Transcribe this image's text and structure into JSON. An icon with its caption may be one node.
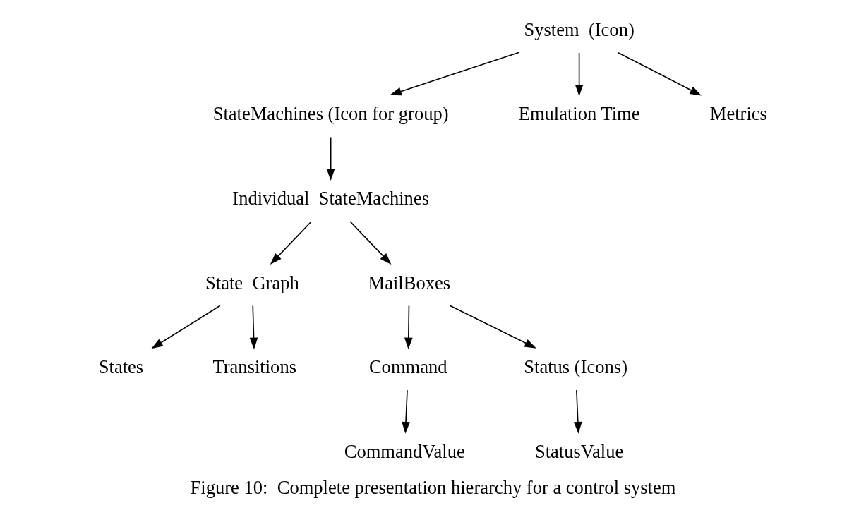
{
  "diagram": {
    "caption": "Figure 10:  Complete presentation hierarchy for a control system",
    "nodes": [
      {
        "text": [
          "System  (Icon)"
        ]
      },
      {
        "text": [
          "StateMachines (Icon for group)"
        ]
      },
      {
        "text": [
          "Emulation Time"
        ]
      },
      {
        "text": [
          "Metrics"
        ]
      },
      {
        "text": [
          "Individual  StateMachines"
        ]
      },
      {
        "text": [
          "State  Graph"
        ]
      },
      {
        "text": [
          "MailBoxes"
        ]
      },
      {
        "text": [
          "States"
        ]
      },
      {
        "text": [
          "Transitions"
        ]
      },
      {
        "text": [
          "Command"
        ]
      },
      {
        "text": [
          "Status (Icons)"
        ]
      },
      {
        "text": [
          "CommandValue"
        ]
      },
      {
        "text": [
          "StatusValue"
        ]
      }
    ],
    "edges": [
      {
        "from": 0,
        "to": 1,
        "arrow": "to"
      },
      {
        "from": 0,
        "to": 2,
        "arrow": "to"
      },
      {
        "from": 0,
        "to": 3,
        "arrow": "to"
      },
      {
        "from": 1,
        "to": 4,
        "arrow": "to"
      },
      {
        "from": 4,
        "to": 5,
        "arrow": "to"
      },
      {
        "from": 4,
        "to": 6,
        "arrow": "to"
      },
      {
        "from": 5,
        "to": 7,
        "arrow": "to"
      },
      {
        "from": 5,
        "to": 8,
        "arrow": "to"
      },
      {
        "from": 6,
        "to": 9,
        "arrow": "to"
      },
      {
        "from": 6,
        "to": 10,
        "arrow": "to"
      },
      {
        "from": 9,
        "to": 11,
        "arrow": "to"
      },
      {
        "from": 10,
        "to": 12,
        "arrow": "to"
      }
    ]
  }
}
